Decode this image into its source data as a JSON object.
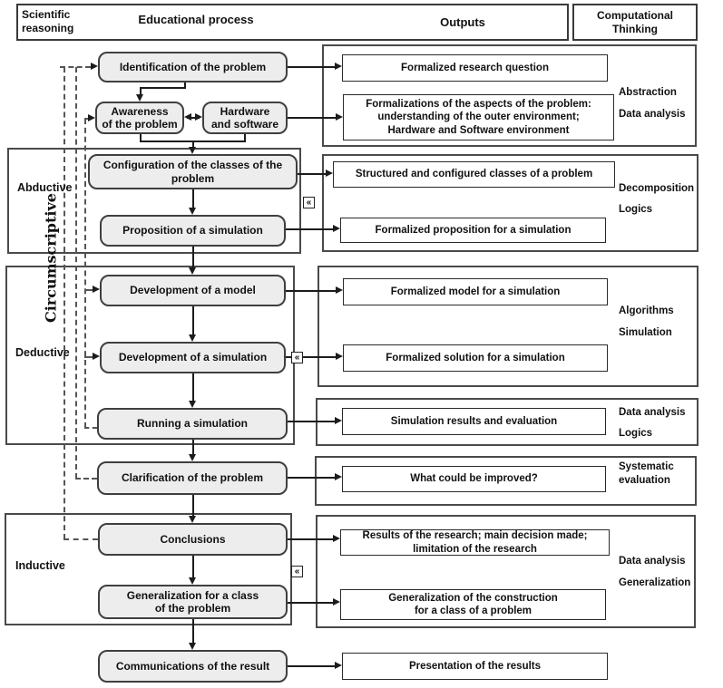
{
  "header": {
    "scientific_reasoning": "Scientific\nreasoning",
    "educational_process": "Educational process",
    "outputs": "Outputs",
    "computational_thinking": "Computational\nThinking"
  },
  "groups": {
    "abductive": "Abductive",
    "deductive": "Deductive",
    "inductive": "Inductive",
    "circumscriptive": "Circumscriptive"
  },
  "process": {
    "identification": "Identification of the problem",
    "awareness": "Awareness\nof the problem",
    "hardware": "Hardware\nand software",
    "configuration": "Configuration of the classes of the\nproblem",
    "proposition": "Proposition of a simulation",
    "dev_model": "Development of a model",
    "dev_simulation": "Development of a simulation",
    "running": "Running a simulation",
    "clarification": "Clarification of the problem",
    "conclusions": "Conclusions",
    "generalization": "Generalization for a class\nof the problem",
    "communications": "Communications of the result"
  },
  "outputs": {
    "research_question": "Formalized research question",
    "formalizations": "Formalizations of the aspects of the problem:\nunderstanding of the outer environment;\nHardware and Software environment",
    "structured_classes": "Structured and configured classes of a problem",
    "formalized_proposition": "Formalized proposition for a simulation",
    "formalized_model": "Formalized model for a simulation",
    "formalized_solution": "Formalized solution for a simulation",
    "simulation_results": "Simulation results and evaluation",
    "improved": "What could be improved?",
    "results_research": "Results of the research; main decision made;\nlimitation of the research",
    "generalization_construction": "Generalization of  the  construction\nfor a class of a problem",
    "presentation": "Presentation of the results"
  },
  "ct": {
    "abstraction": "Abstraction",
    "data_analysis_1": "Data analysis",
    "decomposition": "Decomposition",
    "logics_1": "Logics",
    "algorithms": "Algorithms",
    "simulation": "Simulation",
    "data_analysis_2": "Data analysis",
    "logics_2": "Logics",
    "systematic_evaluation": "Systematic\nevaluation",
    "data_analysis_3": "Data analysis",
    "generalization": "Generalization"
  },
  "marker_glyph": "«"
}
